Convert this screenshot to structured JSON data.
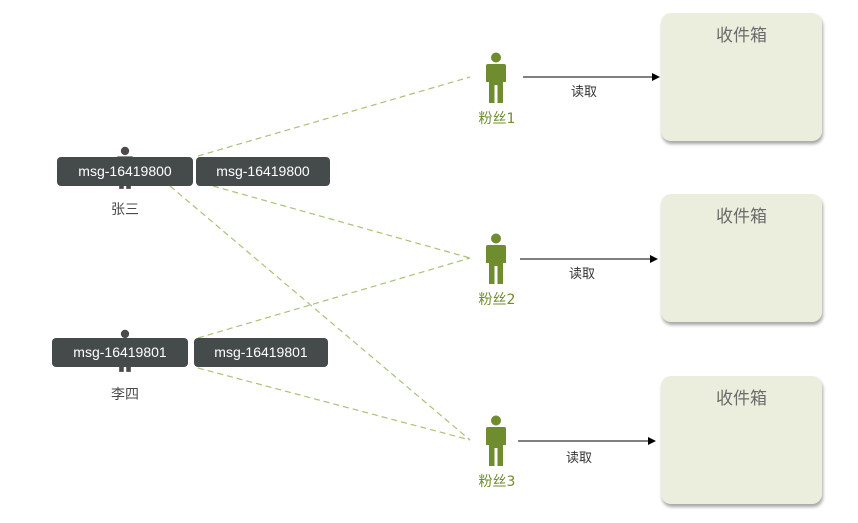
{
  "colors": {
    "fan": "#6f8c2e",
    "user": "#4a4a4a",
    "dash": "#a9c27a",
    "msg_bg": "#454b4b",
    "inbox_bg": "#ebeedd",
    "arrow": "#000000"
  },
  "icons": {
    "person": "person-icon"
  },
  "users": [
    {
      "name": "张三",
      "messages": [
        "msg-16419800",
        "msg-16419800"
      ]
    },
    {
      "name": "李四",
      "messages": [
        "msg-16419801",
        "msg-16419801"
      ]
    }
  ],
  "fans": [
    {
      "name": "粉丝1",
      "read_label": "读取",
      "inbox_title": "收件箱"
    },
    {
      "name": "粉丝2",
      "read_label": "读取",
      "inbox_title": "收件箱"
    },
    {
      "name": "粉丝3",
      "read_label": "读取",
      "inbox_title": "收件箱"
    }
  ]
}
